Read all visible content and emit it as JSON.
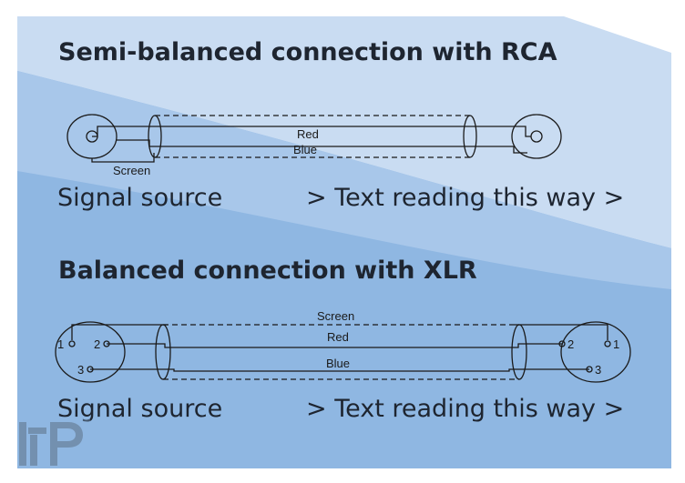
{
  "sections": [
    {
      "title": "Semi-balanced connection with RCA",
      "wire_labels": {
        "red": "Red",
        "blue": "Blue",
        "screen": "Screen"
      },
      "caption_left": "Signal source",
      "caption_right": "> Text reading this way >"
    },
    {
      "title": "Balanced connection with XLR",
      "wire_labels": {
        "screen": "Screen",
        "red": "Red",
        "blue": "Blue"
      },
      "pins_left": [
        "1",
        "2",
        "3"
      ],
      "pins_right": [
        "2",
        "1",
        "3"
      ],
      "caption_left": "Signal source",
      "caption_right": "> Text reading this way >"
    }
  ],
  "logo": "logo-icon",
  "colors": {
    "bg_light": "#cfdff3",
    "bg_mid": "#a9c8eb",
    "bg_dark": "#8fb7e2",
    "text": "#1e2530",
    "line": "#1a1a1a"
  }
}
